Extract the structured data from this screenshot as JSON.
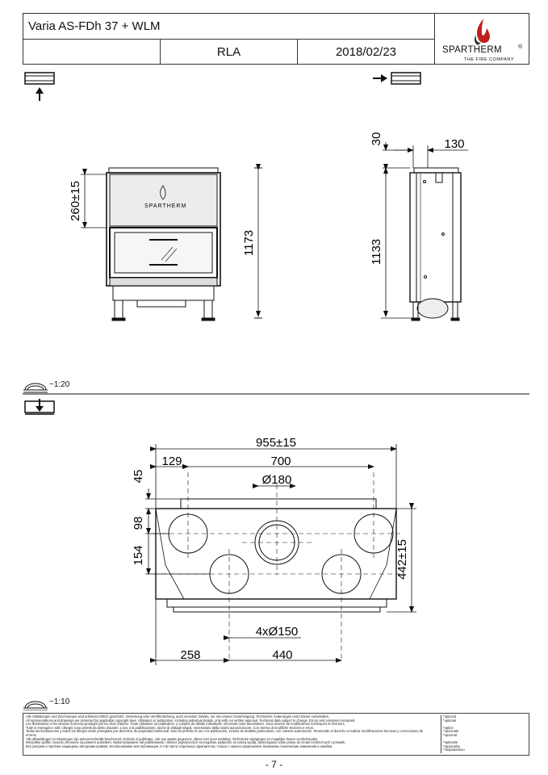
{
  "header": {
    "title": "Varia AS-FDh 37 + WLM",
    "code": "RLA",
    "date": "2018/02/23",
    "brand": "SPARTHERM",
    "brand_reg": "®",
    "brand_sub": "THE FIRE COMPANY"
  },
  "front_view": {
    "dim_height_total": "1173",
    "dim_door": "260±15",
    "emblem": "SPARTHERM"
  },
  "side_view": {
    "dim_top": "30",
    "dim_depth": "130",
    "dim_height": "1133"
  },
  "scale_top": "~1:20",
  "plan_view": {
    "dim_width": "955±15",
    "dim_left": "129",
    "dim_span": "700",
    "dim_center_pipe": "Ø180",
    "dim_45": "45",
    "dim_98": "98",
    "dim_154": "154",
    "dim_depth": "442±15",
    "dim_pipes": "4xØ150",
    "dim_258": "258",
    "dim_440": "440"
  },
  "scale_bottom": "~1:10",
  "footer": {
    "disclaimer": [
      "Alle Abbildungen und Zeichnungen sind urheberrechtlich geschützt. Verwertung oder Veröffentlichung, auch einzelner Details, nur mit unserer Genehmigung. Technische Änderungen und Irrtümer vorbehalten.",
      "All representations and drawings are protected by applicable copyright laws. Utilisation or publication, including individual details, only with our written approval. Technical data subject to change. Errors and omissions excepted.",
      "Les illustrations et les dessins sont tous protégés par les droit d'auteur. Toute utilisation ou publication, y compris de détails individuels, nécessite notre autorisation. Sous reserve de modifications techniques et d'erreurs.",
      "Tutte le immagini e tutti i disegni sono protetti da diritto d'autore. L'uso o la pubblicazione, anche di dettagli singoli, necessitano della nostra autorizzazione. Con riserva di modifiche tecniche e errori.",
      "Todas las ilustraciones y todos los dibujos están protegidos por derechos de propiedad intelectual. Solo se permite el uso o la publicación, incluso de detalles particulares, con nuestra autorización. Reservado el derecho a realizar modificaciones técnicas y correcciones de errores.",
      "Alle afbeeldingen en tekeningen zijn auteursrechtelijk beschermd. Gebruik of publicatie, ook van aparte gegevens, alleen met onze toelating. Technische wijzigingen en mogelijke fouten voorbehouden.",
      "Wszystkie grafiki i rysunki chronione są prawem autorskim. Wykorzystywanie lub publikowanie, również pojedynczych szczegółów, wyłącznie za naszą zgodą. Zastrzegamy sobie prawo do zmian technicznych i pomyłek.",
      "Все рисунки и чертежи защищены авторским правом. Использование или публикация, в том числе отдельных фрагментов, только с нашего разрешения. Возможны технические изменения и ошибки."
    ],
    "options": [
      "*optional",
      "*optional",
      "",
      "*option",
      "*opzionale",
      "*opcional",
      "",
      "*optionele",
      "*opcjonalny",
      "*опционально"
    ]
  },
  "page_number": "- 7 -"
}
